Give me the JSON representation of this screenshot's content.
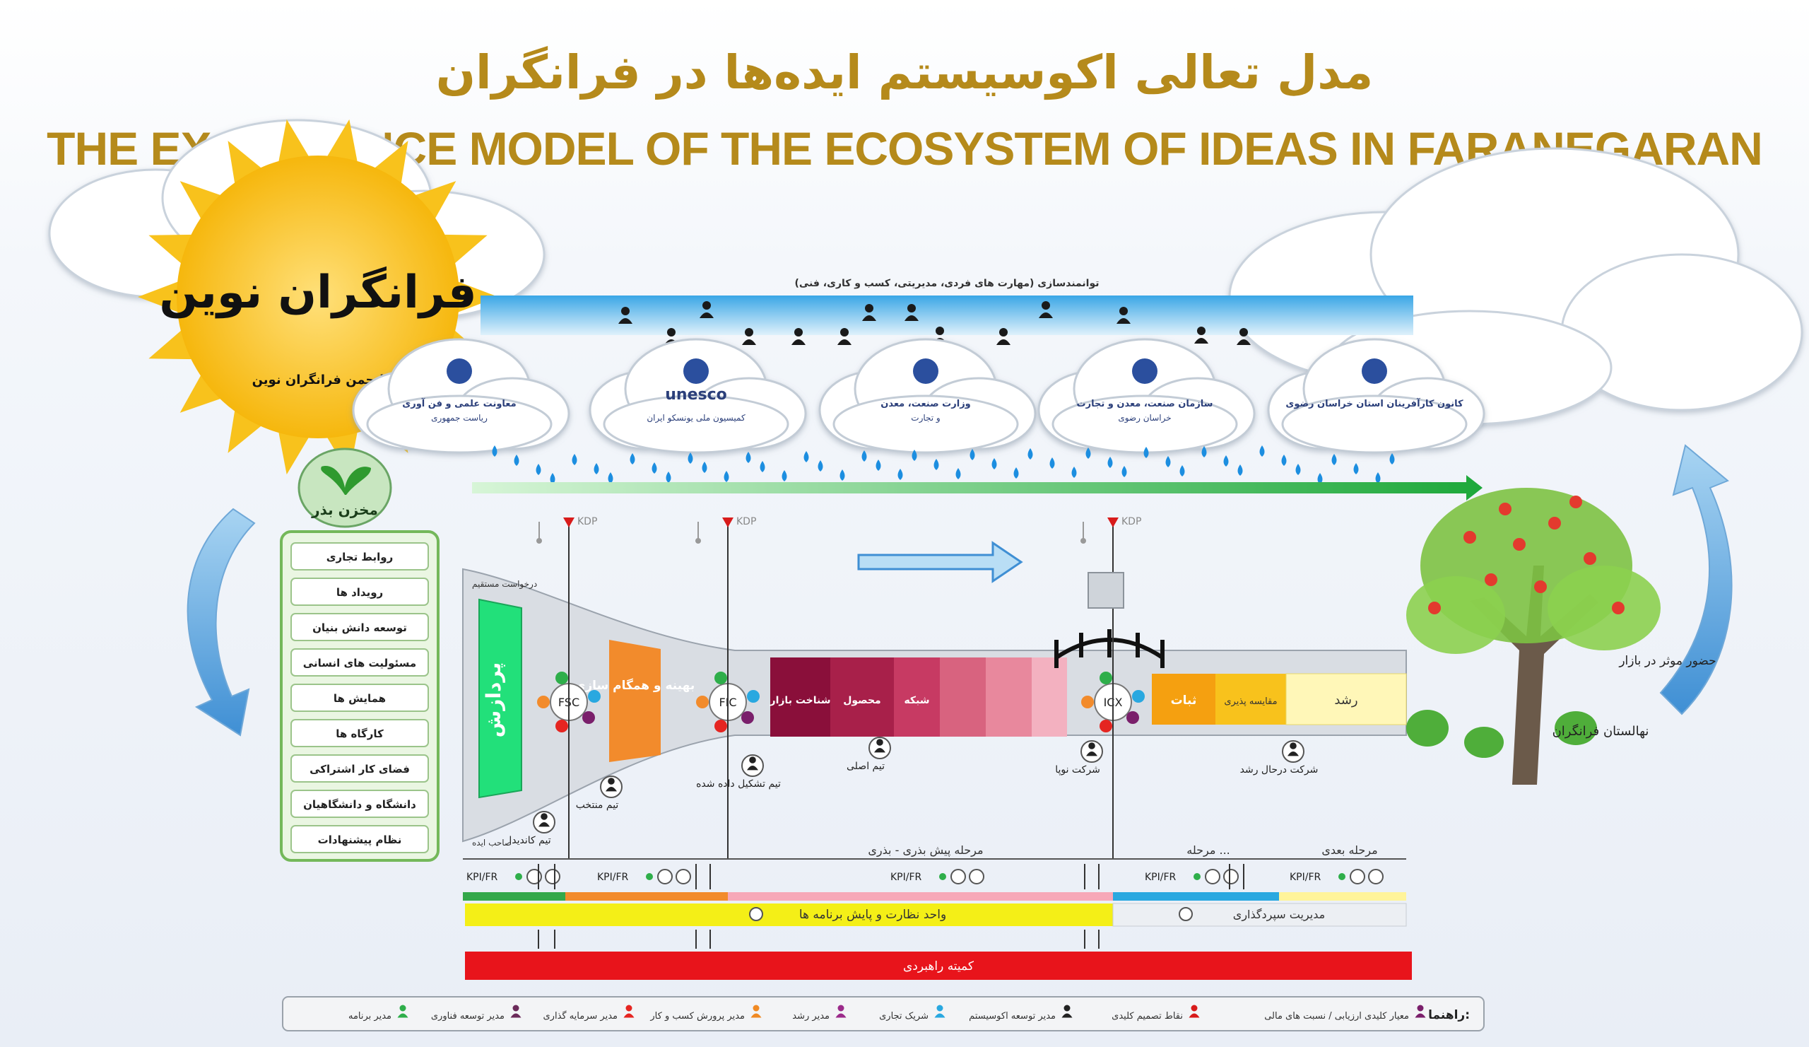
{
  "title_fa": "مدل تعالی اکوسیستم ایده‌ها در فرانگران",
  "title_en": "THE EXCELLENCE MODEL OF THE ECOSYSTEM OF IDEAS IN FARANEGARAN",
  "logo": {
    "caption": "انجمن فرانگران نوین",
    "text": "فرانگران نوین"
  },
  "empowerment": "توانمندسازی (مهارت های فردی، مدیریتی، کسب و کاری، فنی)",
  "partners": [
    {
      "line1": "معاونت علمی و فن آوری",
      "line2": "ریاست جمهوری"
    },
    {
      "line1": "unesco",
      "line2": "کمیسیون ملی یونسکو ایران"
    },
    {
      "line1": "وزارت صنعت، معدن",
      "line2": "و تجارت"
    },
    {
      "line1": "سازمان صنعت، معدن و تجارت",
      "line2": "خراسان رضوی"
    },
    {
      "line1": "کانون کارآفرینان استان خراسان رضوی",
      "line2": ""
    }
  ],
  "seed_bank": "مخزن بذر",
  "sources": [
    "روابط تجاری",
    "رویداد ها",
    "توسعه دانش بنیان",
    "مسئولیت های انسانی",
    "همایش ها",
    "کارگاه ها",
    "فضای کار اشتراکی",
    "دانشگاه و دانشگاهیان",
    "نظام پیشنهادات"
  ],
  "kdp": "KDP",
  "gates": [
    "FSC",
    "FIC",
    "ICX"
  ],
  "funnel_labels": {
    "top": "درخواست مستقیم",
    "bottom": "صاحب ایده"
  },
  "stages": {
    "process": "پردازش",
    "optimize": "بهینه و همگام سازی",
    "product_segs": [
      "شناخت بازار",
      "محصول",
      "شبکه"
    ],
    "stability": "ثبات",
    "scalability": "مقایسه پذیری",
    "growth": "رشد"
  },
  "teams": [
    "تیم کاندیدا",
    "تیم منتخب",
    "تیم تشکیل داده شده",
    "تیم اصلی",
    "شرکت نوپا",
    "شرکت درحال رشد"
  ],
  "tree_labels": {
    "market": "حضور موثر در بازار",
    "nursery": "نهالستان فرانگران"
  },
  "phases": {
    "pre_seed": "مرحله پیش بذری - بذری",
    "mid": "مرحله ...",
    "next": "مرحله بعدی"
  },
  "kpi": "KPI/FR",
  "monitoring": "واحد نظارت و پایش برنامه ها",
  "investment": "مدیریت سپردگذاری",
  "committee": "کمیته راهبردی",
  "legend": {
    "title": "راهنما:",
    "items": [
      {
        "label": "معیار کلیدی ارزیابی / نسبت های مالی",
        "color": "#7a1f6b"
      },
      {
        "label": "نقاط تصمیم کلیدی",
        "color": "#d81b1b"
      },
      {
        "label": "مدیر توسعه اکوسیستم",
        "color": "#222222"
      },
      {
        "label": "شریک تجاری",
        "color": "#29a8e0"
      },
      {
        "label": "مدیر رشد",
        "color": "#9b2a8a"
      },
      {
        "label": "مدیر پرورش کسب و کار",
        "color": "#f08a24"
      },
      {
        "label": "مدیر سرمایه گذاری",
        "color": "#e52521"
      },
      {
        "label": "مدیر توسعه فناوری",
        "color": "#6b2a5a"
      },
      {
        "label": "مدیر برنامه",
        "color": "#2eae4a"
      }
    ]
  },
  "colors": {
    "gold": "#b58a1b",
    "red": "#e8141b",
    "yellow": "#f4ef17",
    "green": "#22c55e",
    "orange": "#f28b2c",
    "maroon": "#8a0f3a"
  }
}
